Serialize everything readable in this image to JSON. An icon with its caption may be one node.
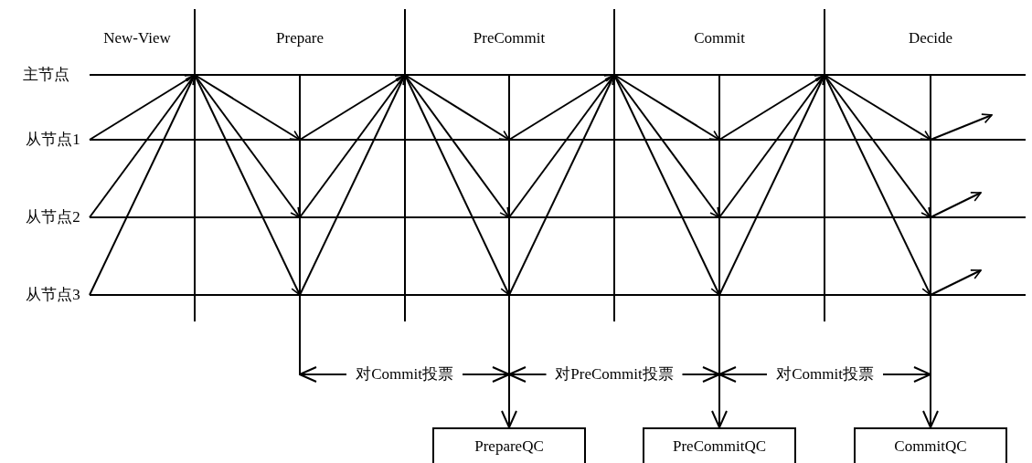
{
  "diagram": {
    "nodes": [
      {
        "text": [
          "PrepareQC"
        ]
      },
      {
        "text": [
          "PreCommitQC"
        ]
      },
      {
        "text": [
          "CommitQC"
        ]
      }
    ],
    "edges": [
      {
        "from": null,
        "to": 0,
        "arrow": "to"
      },
      {
        "from": null,
        "to": 1,
        "arrow": "to"
      },
      {
        "from": null,
        "to": 2,
        "arrow": "to"
      }
    ],
    "labels": [
      "New-View",
      "Prepare",
      "PreCommit",
      "Commit",
      "Decide",
      "主节点",
      "从节点1",
      "从节点2",
      "从节点3",
      "对Commit投票",
      "对PreCommit投票",
      "对Commit投票"
    ]
  }
}
